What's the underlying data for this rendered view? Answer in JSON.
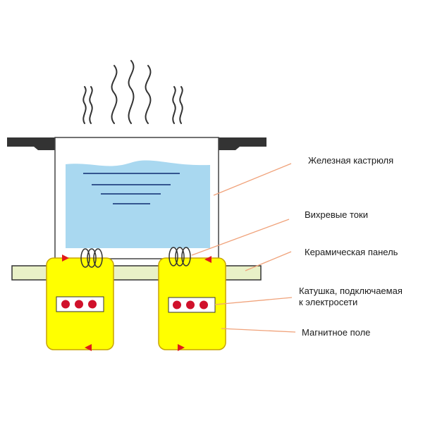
{
  "labels": {
    "pot": "Железная кастрюля",
    "eddy": "Вихревые токи",
    "panel": "Керамическая панель",
    "coil_line1": "Катушка, подключаемая",
    "coil_line2": "к электросети",
    "field": "Магнитное поле"
  },
  "colors": {
    "water": "#a9d8f0",
    "water_line": "#0e2a70",
    "panel": "#e9f1c7",
    "coil": "#ffff00",
    "coil_border": "#c8a400",
    "dots": "#d0112b",
    "arrows": "#e11a1a",
    "leader_lines": "#f0a27a",
    "steam": "#333333",
    "handles": "#333333"
  }
}
